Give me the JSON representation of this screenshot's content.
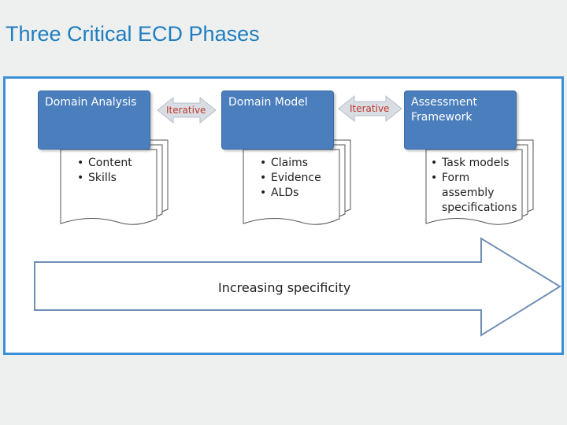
{
  "slide": {
    "title": "Three Critical ECD Phases"
  },
  "phases": [
    {
      "title": "Domain Analysis",
      "bullets": [
        "Content",
        "Skills"
      ]
    },
    {
      "title": "Domain Model",
      "bullets": [
        "Claims",
        "Evidence",
        "ALDs"
      ]
    },
    {
      "title": "Assessment Framework",
      "bullets": [
        "Task models",
        "Form assembly specifications"
      ]
    }
  ],
  "connectors": [
    {
      "label": "Iterative"
    },
    {
      "label": "Iterative"
    }
  ],
  "specificity_arrow": {
    "label": "Increasing specificity"
  },
  "colors": {
    "title": "#1f7dbf",
    "header_fill": "#4a7ebd",
    "iterative_arrow_fill": "#d9dde4",
    "iterative_text": "#c0392b",
    "frame_border": "#3a8fd6",
    "big_arrow_stroke": "#6f8fb5"
  }
}
